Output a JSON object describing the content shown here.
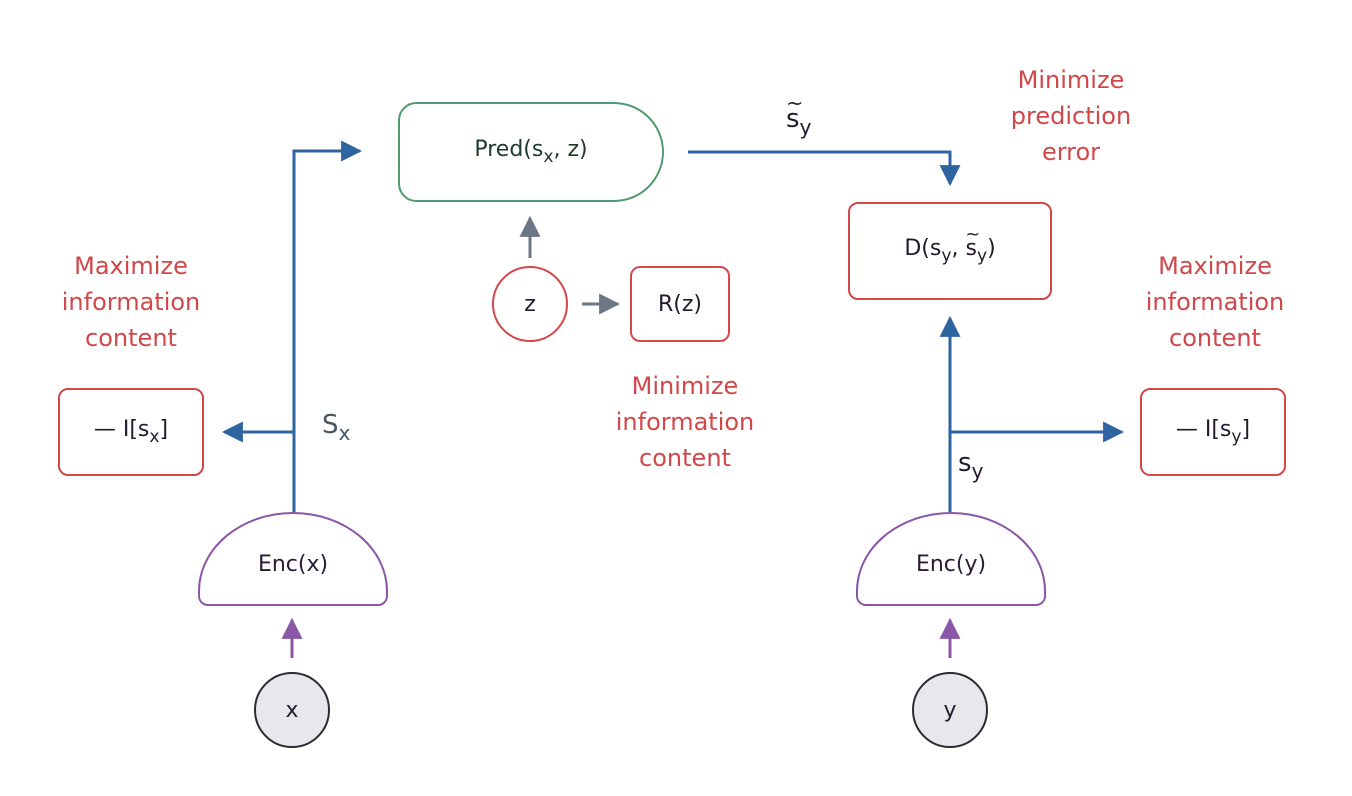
{
  "nodes": {
    "pred": {
      "prefix": "Pred(s",
      "sub": "x",
      "suffix": ", z)"
    },
    "distance": {
      "prefix": "D(s",
      "sub1": "y",
      "mid": ", ",
      "tilde_base": "s",
      "tilde": "~",
      "sub2": "y",
      "suffix": ")"
    },
    "reg": {
      "text": "R(z)"
    },
    "z": {
      "text": "z"
    },
    "info_x": {
      "prefix": "— I[s",
      "sub": "x",
      "suffix": "]"
    },
    "info_y": {
      "prefix": "— I[s",
      "sub": "y",
      "suffix": "]"
    },
    "enc_x": {
      "text": "Enc(x)"
    },
    "enc_y": {
      "text": "Enc(y)"
    },
    "x": {
      "text": "x"
    },
    "y": {
      "text": "y"
    }
  },
  "edge_labels": {
    "s_x": {
      "base": "S",
      "sub": "x"
    },
    "s_y": {
      "base": "s",
      "sub": "y"
    },
    "s_y_tilde": {
      "base": "s",
      "tilde": "~",
      "sub": "y"
    }
  },
  "annotations": {
    "max_left": [
      "Maximize",
      "information",
      "content"
    ],
    "max_right": [
      "Maximize",
      "information",
      "content"
    ],
    "min_info": [
      "Minimize",
      "information",
      "content"
    ],
    "min_pred": [
      "Minimize",
      "prediction",
      "error"
    ]
  },
  "colors": {
    "flow": "#2e64a0",
    "latent": "#6b7785",
    "input": "#8a58a6",
    "objective": "#d2474a",
    "predictor": "#4f9b6d"
  }
}
